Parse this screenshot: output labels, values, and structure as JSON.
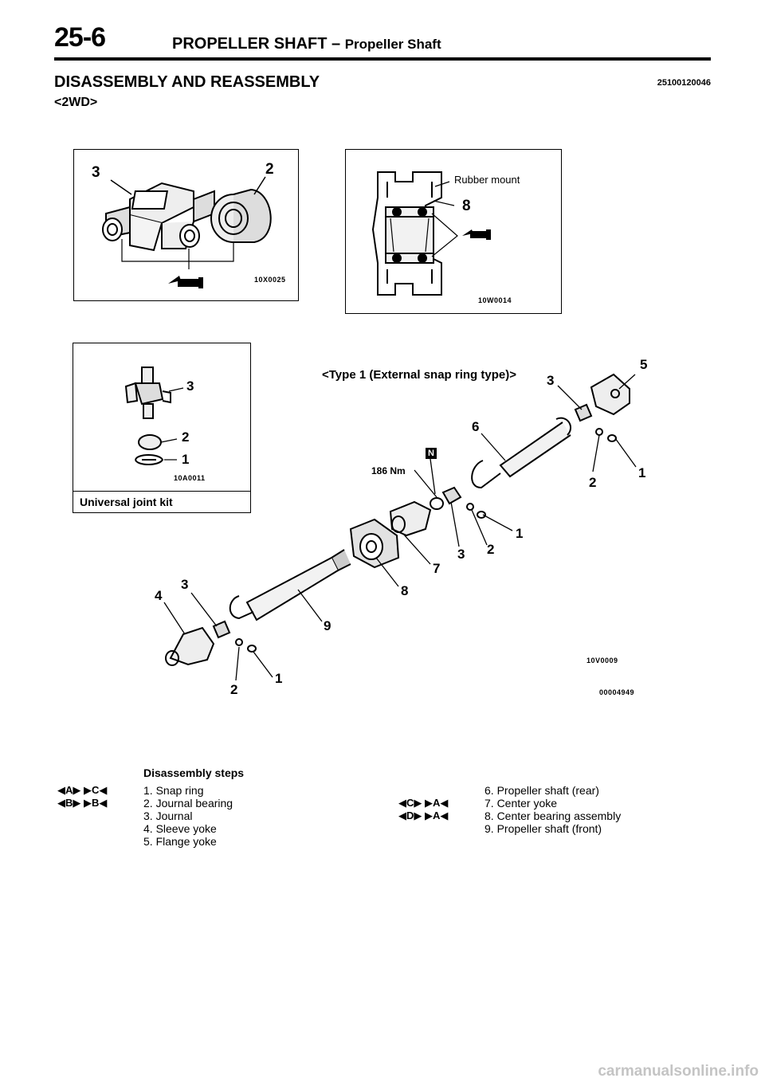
{
  "header": {
    "page_number": "25-6",
    "chapter": "PROPELLER SHAFT",
    "dash": "–",
    "section": "Propeller Shaft"
  },
  "section": {
    "title": "DISASSEMBLY AND REASSEMBLY",
    "code": "25100120046",
    "variant": "<2WD>"
  },
  "figures": {
    "journal": {
      "labels": [
        "3",
        "2"
      ],
      "code": "10X0025"
    },
    "bearing": {
      "rubber_mount": "Rubber mount",
      "label": "8",
      "code": "10W0014"
    },
    "kit": {
      "labels": [
        "3",
        "2",
        "1"
      ],
      "code": "10A0011",
      "caption": "Universal joint kit"
    },
    "main": {
      "type_label": "<Type 1 (External snap ring type)>",
      "torque": "186 Nm",
      "n_mark": "N",
      "labels": [
        "5",
        "3",
        "6",
        "1",
        "2",
        "1",
        "2",
        "3",
        "7",
        "8",
        "3",
        "4",
        "9",
        "1",
        "2"
      ],
      "code": "10V0009",
      "code2": "00004949"
    }
  },
  "steps": {
    "heading": "Disassembly steps",
    "left": [
      {
        "marks": "◀A▶  ▶C◀",
        "text": "1. Snap ring"
      },
      {
        "marks": "◀B▶  ▶B◀",
        "text": "2. Journal bearing"
      },
      {
        "marks": "",
        "text": "3. Journal"
      },
      {
        "marks": "",
        "text": "4. Sleeve yoke"
      },
      {
        "marks": "",
        "text": "5. Flange yoke"
      }
    ],
    "right": [
      {
        "marks": "",
        "text": "6. Propeller shaft (rear)"
      },
      {
        "marks": "◀C▶  ▶A◀",
        "text": "7. Center yoke"
      },
      {
        "marks": "◀D▶  ▶A◀",
        "text": "8. Center bearing assembly"
      },
      {
        "marks": "",
        "text": "9. Propeller shaft (front)"
      }
    ]
  },
  "footer": {
    "watermark": "carmanualsonline.info"
  }
}
